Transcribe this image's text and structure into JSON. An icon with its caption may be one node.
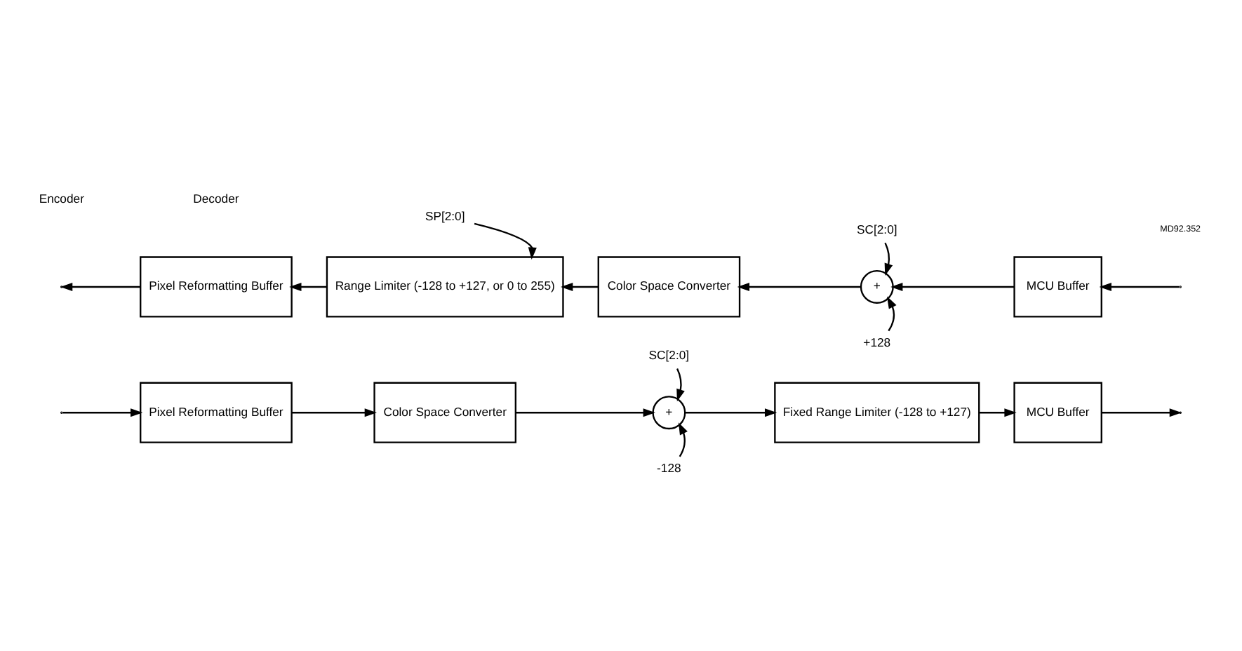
{
  "diagram": {
    "nodes": [
      {
        "text": [
          "Pixel Reformatting Buffer"
        ]
      },
      {
        "text": [
          "Color Space Converter"
        ]
      },
      {
        "text": [
          "+"
        ]
      },
      {
        "text": [
          "Fixed Range Limiter (-128 to +127)"
        ]
      },
      {
        "text": [
          "MCU Buffer"
        ]
      },
      {
        "text": [
          "SC[2:0]"
        ]
      },
      {
        "text": [
          "-128"
        ]
      },
      {
        "text": [
          "MCU Buffer"
        ]
      },
      {
        "text": [
          "+"
        ]
      },
      {
        "text": [
          "Color Space Converter"
        ]
      },
      {
        "text": [
          "Range Limiter (-128 to +127, or 0 to 255)"
        ]
      },
      {
        "text": [
          "Pixel Reformatting Buffer"
        ]
      },
      {
        "text": [
          "SC[2:0]"
        ]
      },
      {
        "text": [
          "+128"
        ]
      },
      {
        "text": [
          "SP[2:0]"
        ]
      }
    ],
    "edges": [
      {
        "from": null,
        "to": 0,
        "arrow": "to"
      },
      {
        "from": 0,
        "to": 1,
        "arrow": "to"
      },
      {
        "from": 1,
        "to": 2,
        "arrow": "to"
      },
      {
        "from": 5,
        "to": 2,
        "arrow": "to"
      },
      {
        "from": 6,
        "to": 2,
        "arrow": "to"
      },
      {
        "from": 2,
        "to": 3,
        "arrow": "to"
      },
      {
        "from": 3,
        "to": 4,
        "arrow": "to"
      },
      {
        "from": 4,
        "to": null,
        "arrow": "to"
      },
      {
        "from": null,
        "to": 7,
        "arrow": "to"
      },
      {
        "from": 7,
        "to": 8,
        "arrow": "to"
      },
      {
        "from": 12,
        "to": 8,
        "arrow": "to"
      },
      {
        "from": 13,
        "to": 8,
        "arrow": "to"
      },
      {
        "from": 8,
        "to": 9,
        "arrow": "to"
      },
      {
        "from": 9,
        "to": 10,
        "arrow": "to"
      },
      {
        "from": 14,
        "to": 10,
        "arrow": "to"
      },
      {
        "from": 10,
        "to": 11,
        "arrow": "to"
      },
      {
        "from": 11,
        "to": null,
        "arrow": "to"
      }
    ],
    "labels": [
      "Encoder",
      "Decoder",
      "MD92.352"
    ]
  }
}
